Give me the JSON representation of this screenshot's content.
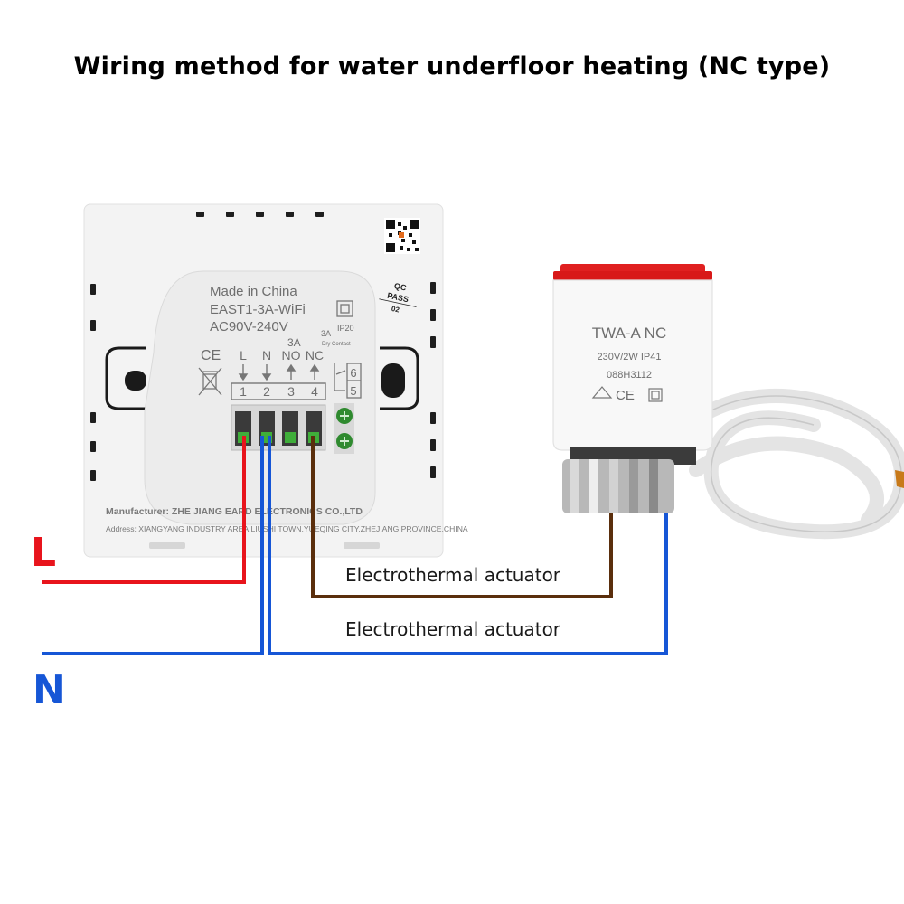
{
  "title": "Wiring method for water underfloor heating (NC type)",
  "thermostat": {
    "made_in": "Made in China",
    "model": "EAST1-3A-WiFi",
    "voltage": "AC90V-240V",
    "current": "3A",
    "ip_rating": "IP20",
    "current_dry": "3A",
    "dry_contact": "Dry Contact",
    "ce_mark": "CE",
    "qc": "QC",
    "qc_pass": "PASS",
    "qc_number": "02",
    "terminal_labels": [
      "L",
      "N",
      "NO",
      "NC"
    ],
    "terminal_numbers": [
      "1",
      "2",
      "3",
      "4"
    ],
    "dry_contact_numbers": [
      "6",
      "5"
    ],
    "manufacturer": "Manufacturer: ZHE JIANG EARD ELECTRONICS CO.,LTD",
    "address": "Address: XIANGYANG INDUSTRY AREA,LIUSHI TOWN,YUEQING CITY,ZHEJIANG PROVINCE,CHINA"
  },
  "actuator": {
    "model": "TWA-A NC",
    "rating": "230V/2W IP41",
    "code": "088H3112",
    "ce_mark": "CE"
  },
  "wires": {
    "live_label": "L",
    "neutral_label": "N",
    "brown_label": "Electrothermal actuator",
    "blue_label": "Electrothermal actuator",
    "colors": {
      "live": "#e8141c",
      "neutral": "#1656d6",
      "brown": "#5a2e0c"
    }
  }
}
